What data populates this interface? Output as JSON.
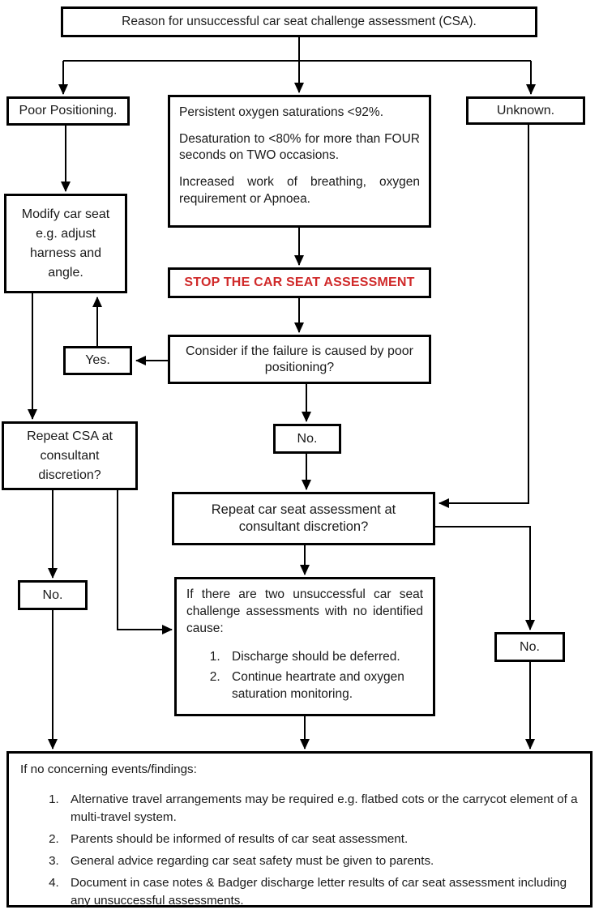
{
  "diagram_title": "Reason for unsuccessful car seat challenge assessment (CSA).",
  "colors": {
    "line": "#000000",
    "box_border": "#000000",
    "background": "#ffffff",
    "stop_text": "#d02a2a"
  },
  "boxes": {
    "reason": {
      "text": "Reason for unsuccessful car seat challenge assessment (CSA)."
    },
    "poor_positioning": {
      "text": "Poor Positioning."
    },
    "failure_criteria": {
      "paragraphs": [
        "Persistent oxygen saturations <92%.",
        "Desaturation to <80% for more than FOUR seconds on TWO occasions.",
        "Increased work of breathing, oxygen requirement or Apnoea."
      ]
    },
    "unknown": {
      "text": "Unknown."
    },
    "modify": {
      "lines": [
        "Modify car seat",
        "e.g. adjust",
        "harness and",
        "angle."
      ]
    },
    "stop": {
      "text": "STOP THE CAR SEAT ASSESSMENT"
    },
    "yes": {
      "text": "Yes."
    },
    "consider": {
      "text": "Consider if the failure is caused by poor positioning?"
    },
    "no_mid": {
      "text": "No."
    },
    "repeat_csa": {
      "lines": [
        "Repeat CSA at",
        "consultant",
        "discretion?"
      ]
    },
    "repeat_assessment": {
      "text": "Repeat car seat assessment at consultant discretion?"
    },
    "no_left": {
      "text": "No."
    },
    "two_unsuccessful": {
      "intro": "If there are two unsuccessful car seat challenge assessments with no identified cause:",
      "items": [
        "Discharge should be deferred.",
        "Continue heartrate and oxygen saturation monitoring."
      ]
    },
    "no_right": {
      "text": "No."
    },
    "outcome": {
      "intro": "If no concerning events/findings:",
      "items": [
        "Alternative travel arrangements may be required e.g. flatbed cots or the carrycot element of a multi-travel system.",
        "Parents should be informed of results of car seat assessment.",
        "General advice regarding car seat safety must be given to parents.",
        "Document in case notes & Badger discharge letter results of car seat assessment including any unsuccessful assessments."
      ]
    }
  }
}
